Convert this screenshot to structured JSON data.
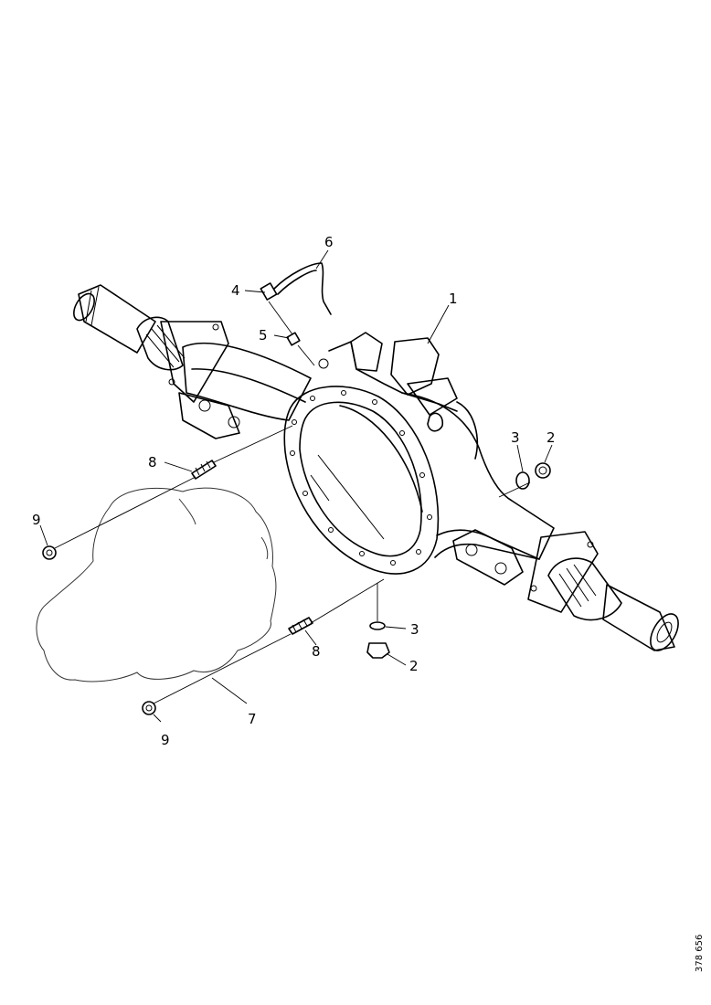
{
  "labels": {
    "p1": "1",
    "p2a": "2",
    "p2b": "2",
    "p3a": "3",
    "p3b": "3",
    "p4": "4",
    "p5": "5",
    "p6": "6",
    "p7": "7",
    "p8a": "8",
    "p8b": "8",
    "p9a": "9",
    "p9b": "9"
  },
  "reference_number": "378 656"
}
